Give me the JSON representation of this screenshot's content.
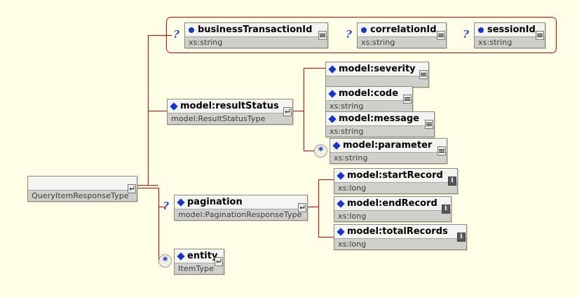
{
  "diagram": {
    "type": "xml-schema-tree",
    "background_color": "#ffffe8",
    "connector_color": "#e00000",
    "element_marker_color": "#1736c8",
    "root": {
      "name": "",
      "type": "QueryItemResponseType",
      "badge": "goto-definition"
    },
    "attribute_group": {
      "occurrence_marker": "?",
      "attributes": [
        {
          "name": "businessTransactionId",
          "type": "xs:string",
          "badge": "sequence",
          "occurrence": "?"
        },
        {
          "name": "correlationId",
          "type": "xs:string",
          "badge": "sequence",
          "occurrence": "?"
        },
        {
          "name": "sessionId",
          "type": "xs:string",
          "badge": "sequence",
          "occurrence": "?"
        }
      ]
    },
    "branches": [
      {
        "name": "model:resultStatus",
        "type": "model:ResultStatusType",
        "badge": "goto-definition",
        "occurrence": "",
        "children": [
          {
            "name": "model:severity",
            "type": "",
            "badge": "sequence",
            "occurrence": ""
          },
          {
            "name": "model:code",
            "type": "xs:string",
            "badge": "sequence",
            "occurrence": ""
          },
          {
            "name": "model:message",
            "type": "xs:string",
            "badge": "sequence",
            "occurrence": ""
          },
          {
            "name": "model:parameter",
            "type": "xs:string",
            "badge": "sequence",
            "occurrence": "*"
          }
        ]
      },
      {
        "name": "pagination",
        "type": "model:PaginationResponseType",
        "badge": "goto-definition",
        "occurrence": "?",
        "children": [
          {
            "name": "model:startRecord",
            "type": "xs:long",
            "badge": "info",
            "occurrence": ""
          },
          {
            "name": "model:endRecord",
            "type": "xs:long",
            "badge": "info",
            "occurrence": ""
          },
          {
            "name": "model:totalRecords",
            "type": "xs:long",
            "badge": "info",
            "occurrence": ""
          }
        ]
      },
      {
        "name": "entity",
        "type": "ItemType",
        "badge": "goto-definition",
        "occurrence": "*",
        "children": []
      }
    ]
  }
}
